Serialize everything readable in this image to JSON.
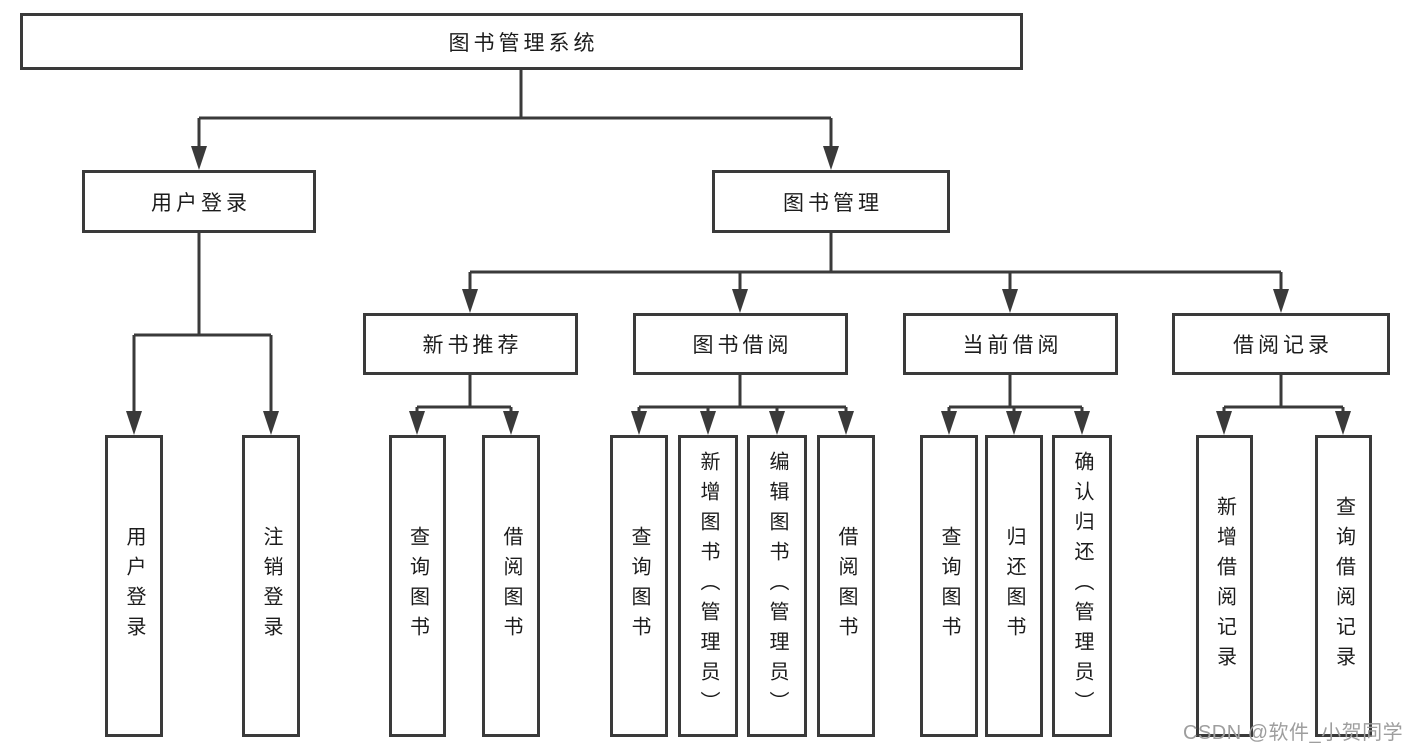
{
  "diagram": {
    "title": "图书管理系统",
    "watermark": "CSDN @软件_小贺同学",
    "colors": {
      "line": "#3a3a3a",
      "text": "#1c1c1c",
      "watermark": "#9e9e9e",
      "background": "#ffffff"
    },
    "nodes": [
      {
        "id": "system",
        "label": "图书管理系统",
        "level": 1,
        "parent": null
      },
      {
        "id": "user-login",
        "label": "用户登录",
        "level": 2,
        "parent": "system"
      },
      {
        "id": "book-mgmt",
        "label": "图书管理",
        "level": 2,
        "parent": "system"
      },
      {
        "id": "new-book-recommend",
        "label": "新书推荐",
        "level": 3,
        "parent": "book-mgmt"
      },
      {
        "id": "book-borrowing",
        "label": "图书借阅",
        "level": 3,
        "parent": "book-mgmt"
      },
      {
        "id": "current-borrowing",
        "label": "当前借阅",
        "level": 3,
        "parent": "book-mgmt"
      },
      {
        "id": "borrowing-records",
        "label": "借阅记录",
        "level": 3,
        "parent": "book-mgmt"
      },
      {
        "id": "login",
        "label": "用户登录",
        "level": 4,
        "parent": "user-login"
      },
      {
        "id": "logout",
        "label": "注销登录",
        "level": 4,
        "parent": "user-login"
      },
      {
        "id": "nb-query-books",
        "label": "查询图书",
        "level": 4,
        "parent": "new-book-recommend"
      },
      {
        "id": "nb-borrow-books",
        "label": "借阅图书",
        "level": 4,
        "parent": "new-book-recommend"
      },
      {
        "id": "bb-query-books",
        "label": "查询图书",
        "level": 4,
        "parent": "book-borrowing"
      },
      {
        "id": "bb-add-books",
        "label": "新增图书（管理员）",
        "level": 4,
        "parent": "book-borrowing"
      },
      {
        "id": "bb-edit-books",
        "label": "编辑图书（管理员）",
        "level": 4,
        "parent": "book-borrowing"
      },
      {
        "id": "bb-borrow-books",
        "label": "借阅图书",
        "level": 4,
        "parent": "book-borrowing"
      },
      {
        "id": "cb-query-books",
        "label": "查询图书",
        "level": 4,
        "parent": "current-borrowing"
      },
      {
        "id": "cb-return-books",
        "label": "归还图书",
        "level": 4,
        "parent": "current-borrowing"
      },
      {
        "id": "cb-confirm-return",
        "label": "确认归还（管理员）",
        "level": 4,
        "parent": "current-borrowing"
      },
      {
        "id": "br-add-record",
        "label": "新增借阅记录",
        "level": 4,
        "parent": "borrowing-records"
      },
      {
        "id": "br-query-record",
        "label": "查询借阅记录",
        "level": 4,
        "parent": "borrowing-records"
      }
    ]
  }
}
